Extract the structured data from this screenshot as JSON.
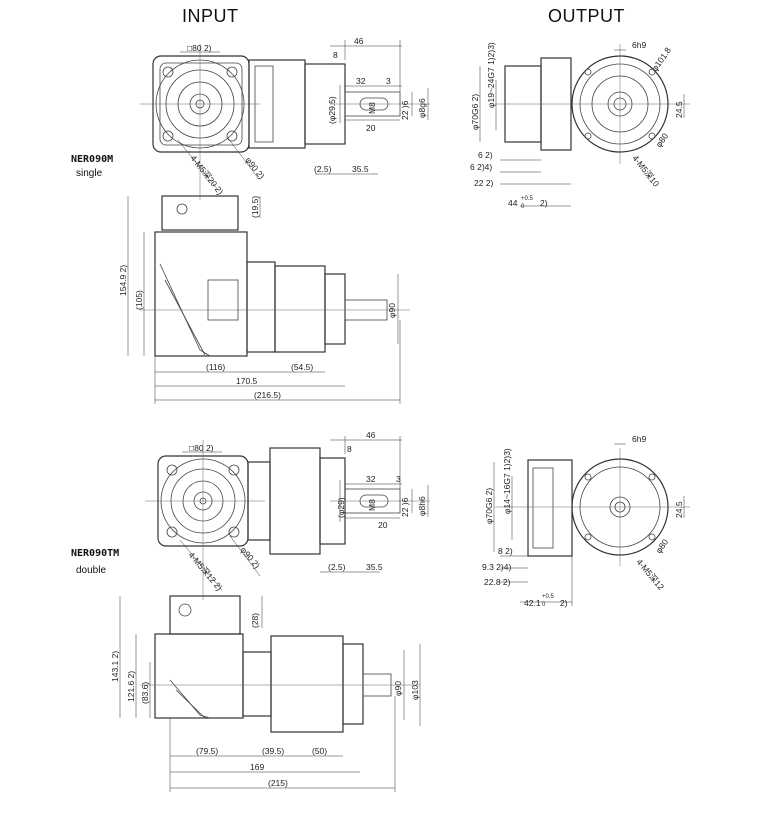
{
  "headers": {
    "input": "INPUT",
    "output": "OUTPUT"
  },
  "models": [
    {
      "code": "NER090M",
      "type": "single"
    },
    {
      "code": "NER090TM",
      "type": "double"
    }
  ],
  "single": {
    "input_top": {
      "square": "□80 2)",
      "len46": "46",
      "len8": "8",
      "len32": "32",
      "len3": "3",
      "d29": "(φ29.5)",
      "m8": "M8",
      "key": "22 )6",
      "shaft": "φ8g6",
      "len20": "20",
      "len2_5": "(2.5)",
      "len35_5": "35.5",
      "bolts": "4-M5深20 2)",
      "pcd": "φ90 2)"
    },
    "input_side": {
      "h19_5": "(19.5)",
      "h154_9": "154.9 2)",
      "h105": "(105)",
      "d90": "φ90",
      "l116": "(116)",
      "l54_5": "(54.5)",
      "l170_5": "170.5",
      "l216_5": "(216.5)"
    },
    "output": {
      "key": "6h9",
      "d101_8": "φ101.8",
      "d19": "φ19~24G7 1)2)3)",
      "d70": "φ70G6 2)",
      "h24_5": "24.5",
      "pcd": "φ80",
      "bolts": "4-M5深10",
      "l6": "6 2)",
      "l6b": "6 2)4)",
      "l22": "22 2)",
      "l44": "44",
      "tol44": "+0.5",
      "tol44b": "0",
      "tail44": "2)"
    }
  },
  "double": {
    "input_top": {
      "square": "□80 2)",
      "len46": "46",
      "len8": "8",
      "len32": "32",
      "len3": "3",
      "d29": "(φ29)",
      "m8": "M8",
      "key": "22 )6",
      "shaft": "φ8h6",
      "len20": "20",
      "len2_5": "(2.5)",
      "len35_5": "35.5",
      "bolts": "4-M5深12 2)",
      "pcd": "φ90 2)"
    },
    "input_side": {
      "h28": "(28)",
      "h143_1": "143.1 2)",
      "h121_6": "121.6 2)",
      "h83_6": "(83.6)",
      "d90": "φ90",
      "d103": "φ103",
      "l79_5": "(79.5)",
      "l39_5": "(39.5)",
      "l50": "(50)",
      "l169": "169",
      "l215": "(215)"
    },
    "output": {
      "key": "6h9",
      "d14": "φ14~16G7 1)2)3)",
      "d70": "φ70G6 2)",
      "h24_5": "24.5",
      "pcd": "φ80",
      "bolts": "4-M5深12",
      "l8": "8 2)",
      "l9_3": "9.3 2)4)",
      "l22_8": "22.8 2)",
      "l42_1": "42.1",
      "tol42": "+0.5",
      "tol42b": "0",
      "tail42": "2)"
    }
  }
}
